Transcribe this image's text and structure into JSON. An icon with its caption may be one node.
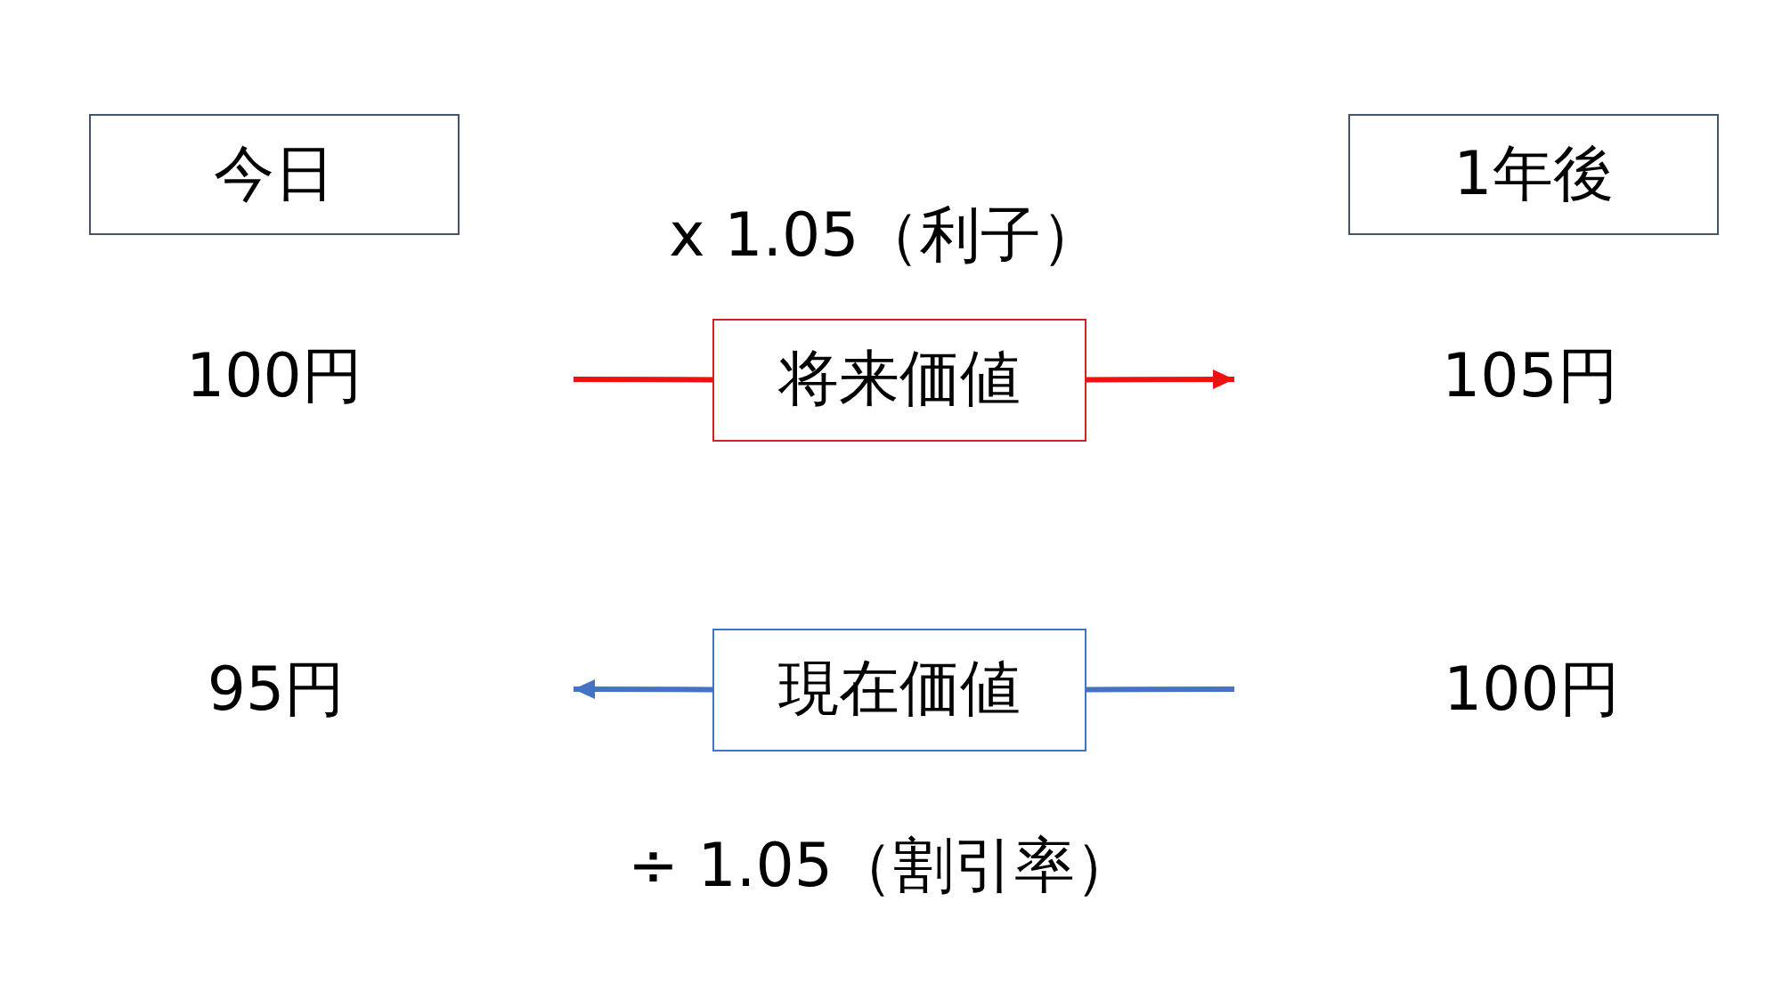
{
  "diagram": {
    "nodes": [
      {
        "text": [
          "今日"
        ]
      },
      {
        "text": [
          "1年後"
        ]
      },
      {
        "text": [
          "将来価値"
        ]
      },
      {
        "text": [
          "現在価値"
        ]
      }
    ],
    "edges": [
      {
        "from": null,
        "to": 2,
        "arrow": "none",
        "color": "#ee1111"
      },
      {
        "from": 2,
        "to": null,
        "arrow": "to",
        "color": "#ee1111"
      },
      {
        "from": null,
        "to": 3,
        "arrow": "none",
        "color": "#4472c4"
      },
      {
        "from": 3,
        "to": null,
        "arrow": "to",
        "color": "#4472c4"
      }
    ],
    "labels": [
      "x 1.05（利子）",
      "100円",
      "105円",
      "95円",
      "100円",
      "÷ 1.05（割引率）"
    ]
  }
}
